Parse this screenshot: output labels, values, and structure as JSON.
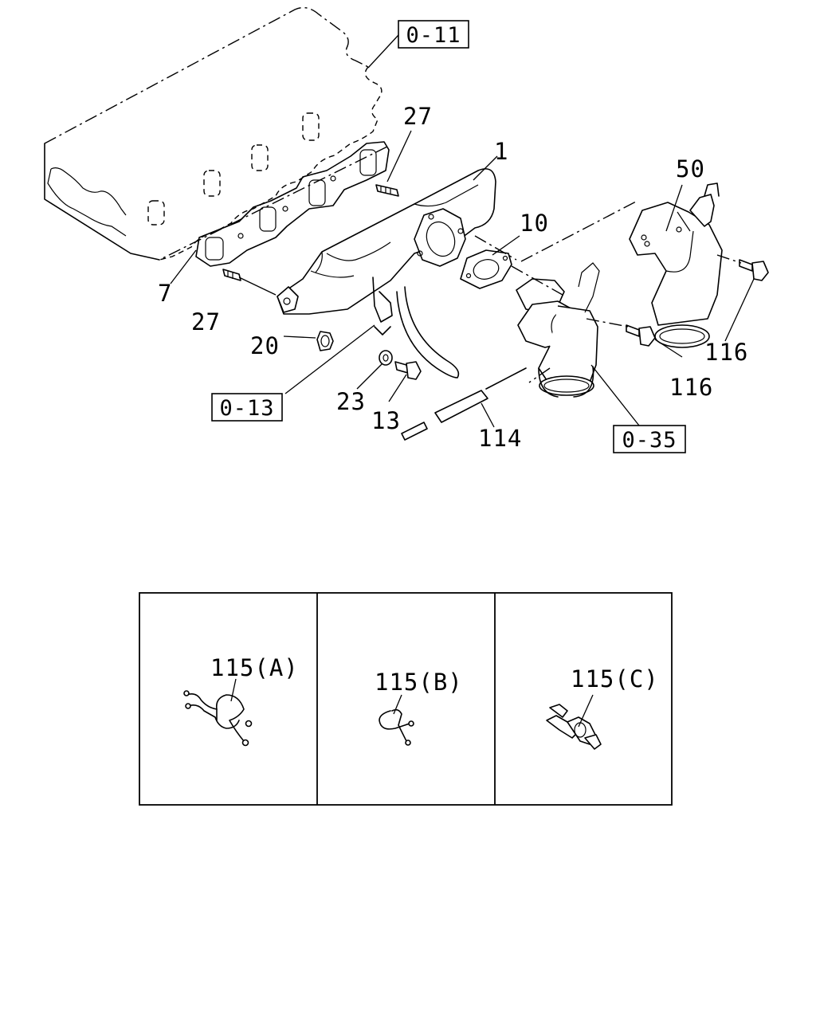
{
  "refs": {
    "cylinder_head": "0-11",
    "bracket": "0-13",
    "egr": "0-35"
  },
  "parts": {
    "manifold": "1",
    "gasket_head": "7",
    "gasket_flange": "10",
    "nut": "20",
    "washer": "23",
    "bolt_13": "13",
    "stud_top": "27",
    "stud_left": "27",
    "pipe_50": "50",
    "bolt_116_right": "116",
    "bolt_116_mid": "116",
    "pipe_114": "114"
  },
  "clips": {
    "clip_a": "115(A)",
    "clip_b": "115(B)",
    "clip_c": "115(C)"
  }
}
